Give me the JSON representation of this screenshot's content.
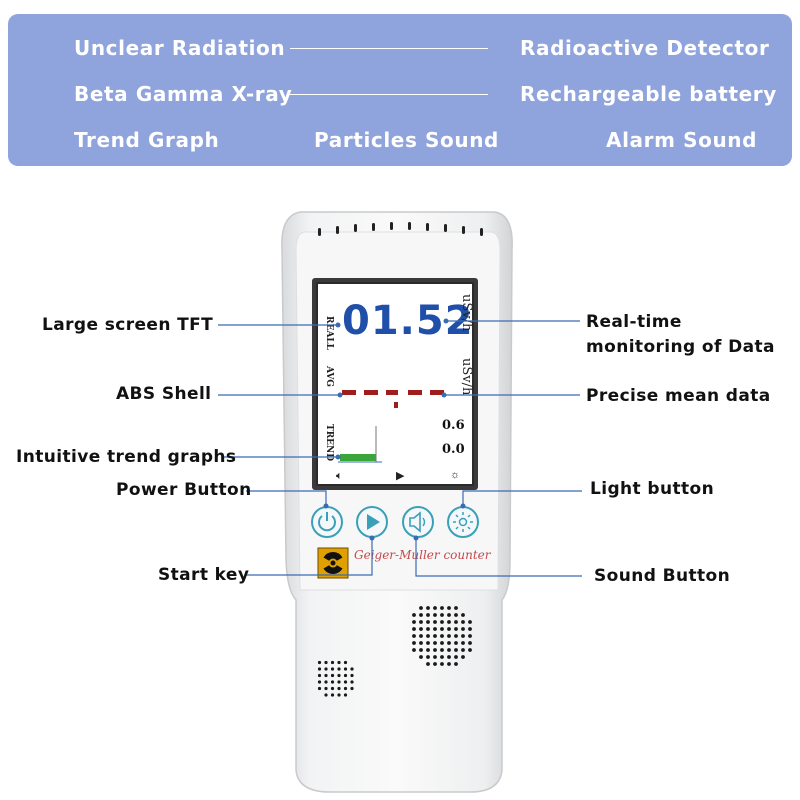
{
  "features": {
    "row1_left": "Unclear Radiation",
    "row1_right": "Radioactive Detector",
    "row2_left": "Beta Gamma X-ray",
    "row2_right": "Rechargeable battery",
    "row3_left": "Trend Graph",
    "row3_mid": "Particles Sound",
    "row3_right": "Alarm Sound"
  },
  "callouts": {
    "large_screen": "Large screen TFT",
    "abs_shell": "ABS Shell",
    "trend_graphs": "Intuitive trend graphs",
    "power_button": "Power Button",
    "start_key": "Start key",
    "realtime_line1": "Real-time",
    "realtime_line2": "monitoring of Data",
    "mean_data": "Precise mean data",
    "light_button": "Light button",
    "sound_button": "Sound Button"
  },
  "screen": {
    "reading": "01.52",
    "label_real": "REALL",
    "label_avg": "AVG",
    "label_trend": "TREND",
    "unit_top": "uSv/h",
    "unit_mid": "uSv/h",
    "value_max": "0.6",
    "value_min": "0.0",
    "icon_sound": "speaker-icon",
    "icon_play": "play-icon",
    "icon_light": "sun-icon"
  },
  "brand_text": "Geiger-Muller counter",
  "icons": [
    "power-icon",
    "play-icon",
    "speaker-icon",
    "sun-icon",
    "radiation-icon"
  ],
  "colors": {
    "banner": "#8fa3dc",
    "reading": "#1f4fa8",
    "avg_dash": "#a01d1d",
    "trend_green": "#3aa63a",
    "callout_line": "#3a6bb5",
    "buttons": "#3aa0b8"
  }
}
